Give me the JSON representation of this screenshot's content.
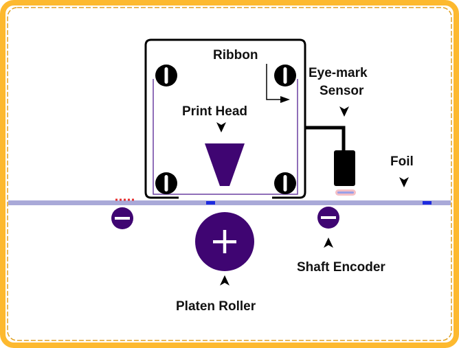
{
  "labels": {
    "ribbon": "Ribbon",
    "eye_mark_line1": "Eye-mark",
    "eye_mark_line2": "Sensor",
    "print_head": "Print Head",
    "foil": "Foil",
    "shaft_encoder": "Shaft Encoder",
    "platen_roller": "Platen Roller"
  },
  "colors": {
    "frame_border": "#FDB92F",
    "frame_inner": "#E0A020",
    "foil": "#A9A9D8",
    "purple": "#3F0572",
    "ribbon": "#6A3FA0",
    "marks": "#1D2BE0",
    "red_dots": "#E53030",
    "black": "#000000"
  },
  "icons": {
    "roller": "cross-circle",
    "encoder": "minus-circle",
    "print_head": "trapezoid",
    "sensor": "rounded-rect"
  }
}
